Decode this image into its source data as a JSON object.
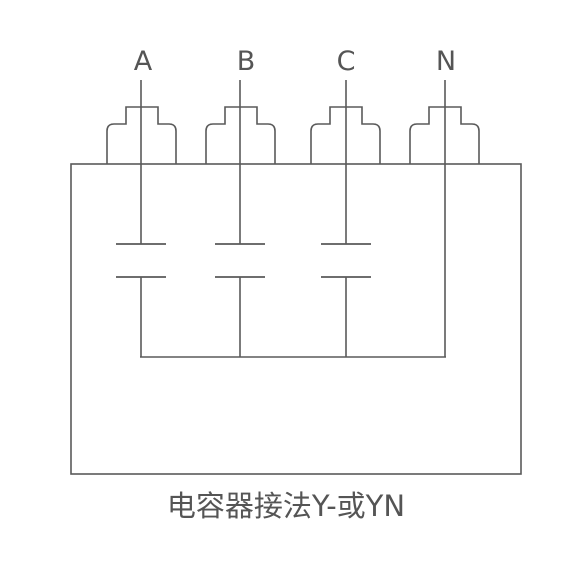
{
  "terminals": [
    {
      "id": "A",
      "label": "A",
      "has_capacitor": true
    },
    {
      "id": "B",
      "label": "B",
      "has_capacitor": true
    },
    {
      "id": "C",
      "label": "C",
      "has_capacitor": true
    },
    {
      "id": "N",
      "label": "N",
      "has_capacitor": false
    }
  ],
  "caption": "电容器接法Y-或YN",
  "colors": {
    "line": "#5a5a5a",
    "text": "#555555"
  }
}
